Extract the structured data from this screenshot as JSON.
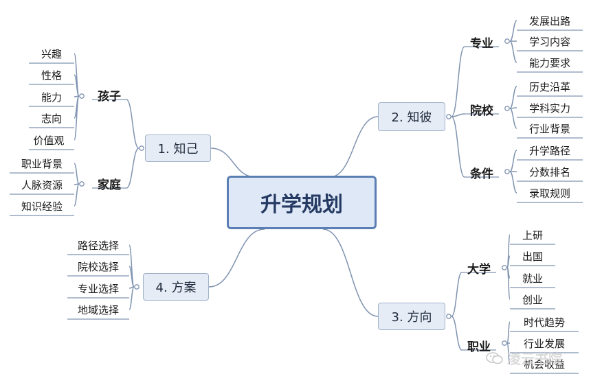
{
  "root": {
    "label": "升学规划"
  },
  "branches": [
    {
      "label": "1. 知己",
      "groups": [
        {
          "label": "孩子",
          "items": [
            "兴趣",
            "性格",
            "能力",
            "志向",
            "价值观"
          ]
        },
        {
          "label": "家庭",
          "items": [
            "职业背景",
            "人脉资源",
            "知识经验"
          ]
        }
      ]
    },
    {
      "label": "2. 知彼",
      "groups": [
        {
          "label": "专业",
          "items": [
            "发展出路",
            "学习内容",
            "能力要求"
          ]
        },
        {
          "label": "院校",
          "items": [
            "历史沿革",
            "学科实力",
            "行业背景"
          ]
        },
        {
          "label": "条件",
          "items": [
            "升学路径",
            "分数排名",
            "录取规则"
          ]
        }
      ]
    },
    {
      "label": "3. 方向",
      "groups": [
        {
          "label": "大学",
          "items": [
            "上研",
            "出国",
            "就业",
            "创业"
          ]
        },
        {
          "label": "职业",
          "items": [
            "时代趋势",
            "行业发展",
            "机会收益"
          ]
        }
      ]
    },
    {
      "label": "4. 方案",
      "groups": [
        {
          "label": "",
          "items": [
            "路径选择",
            "院校选择",
            "专业选择",
            "地域选择"
          ]
        }
      ]
    }
  ],
  "watermark": {
    "text": "凌云书院",
    "icon": "wechat-icon"
  },
  "colors": {
    "root_fill": "#dfe8f6",
    "root_border": "#5b7fb4",
    "branch_fill": "#e6ecf5",
    "line": "#7f93b0"
  }
}
